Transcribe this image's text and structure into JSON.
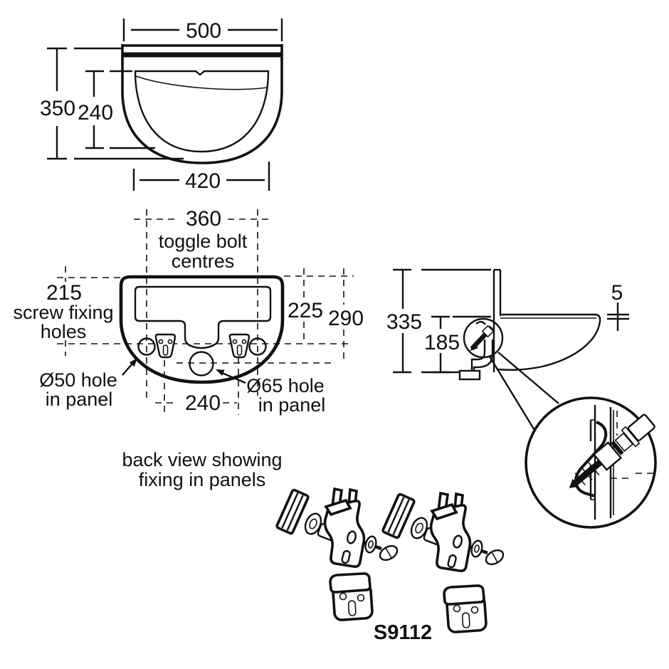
{
  "drawing": {
    "type": "washbasin installation technical drawing",
    "front_view": {
      "overall_width": "500",
      "overall_height": "350",
      "bowl_depth": "240",
      "bowl_width": "420"
    },
    "back_view": {
      "toggle_bolt_dim": "360",
      "toggle_label_1": "toggle bolt",
      "toggle_label_2": "centres",
      "screw_dim": "215",
      "screw_label_1": "screw fixing",
      "screw_label_2": "holes",
      "dim_225": "225",
      "dim_290": "290",
      "hole50_label_1": "Ø50 hole",
      "hole50_label_2": "in panel",
      "hole65_label_1": "Ø65 hole",
      "hole65_label_2": "in panel",
      "slot_centres_dim": "240",
      "caption_1": "back view showing",
      "caption_2": "fixing in panels"
    },
    "side_view": {
      "overall_height": "335",
      "outlet_height": "185",
      "gap": "5"
    },
    "hardware": {
      "product_code": "S9112"
    },
    "colors": {
      "ink": "#111111",
      "background": "#ffffff"
    }
  }
}
